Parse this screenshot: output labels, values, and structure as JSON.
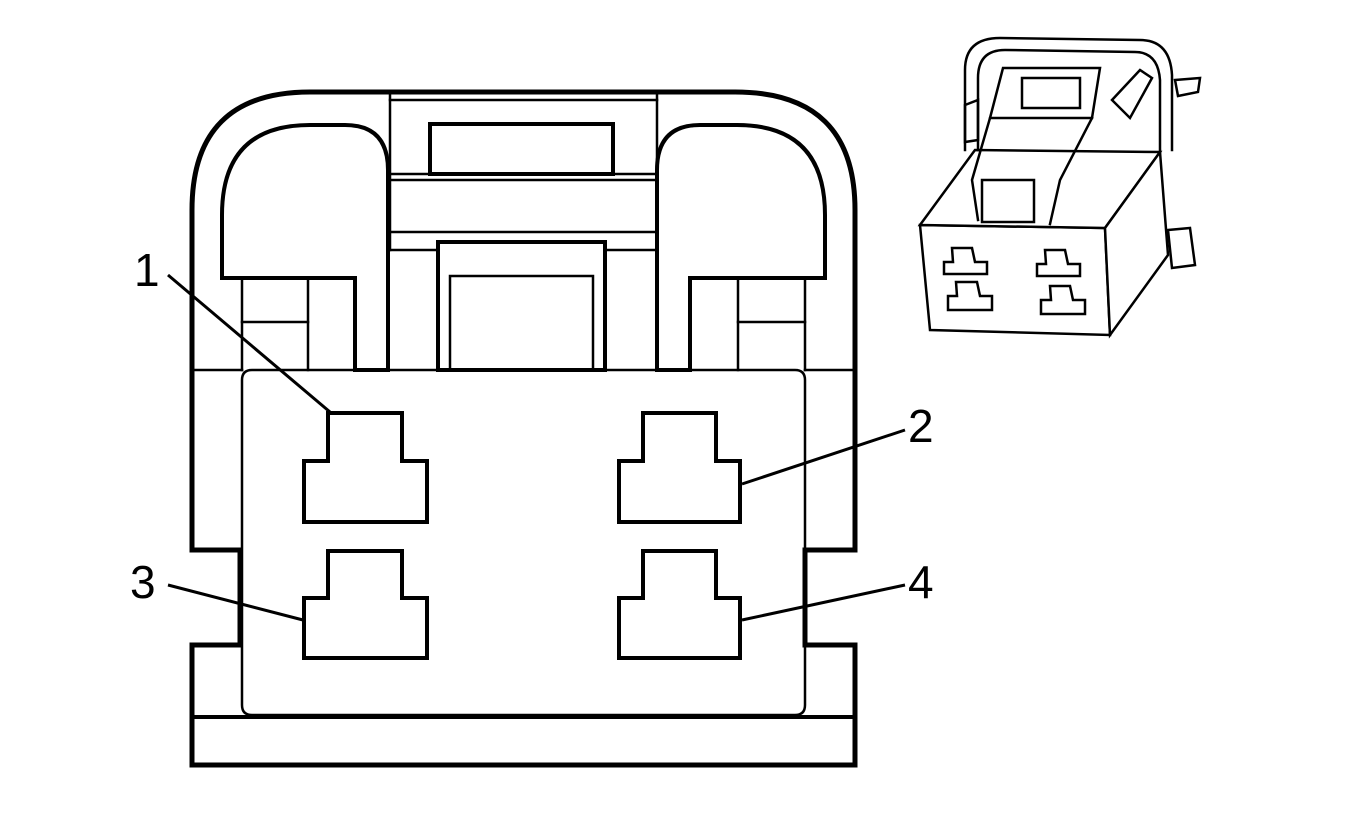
{
  "callouts": {
    "pin1": "1",
    "pin2": "2",
    "pin3": "3",
    "pin4": "4"
  },
  "colors": {
    "line": "#000000",
    "background": "#ffffff"
  }
}
